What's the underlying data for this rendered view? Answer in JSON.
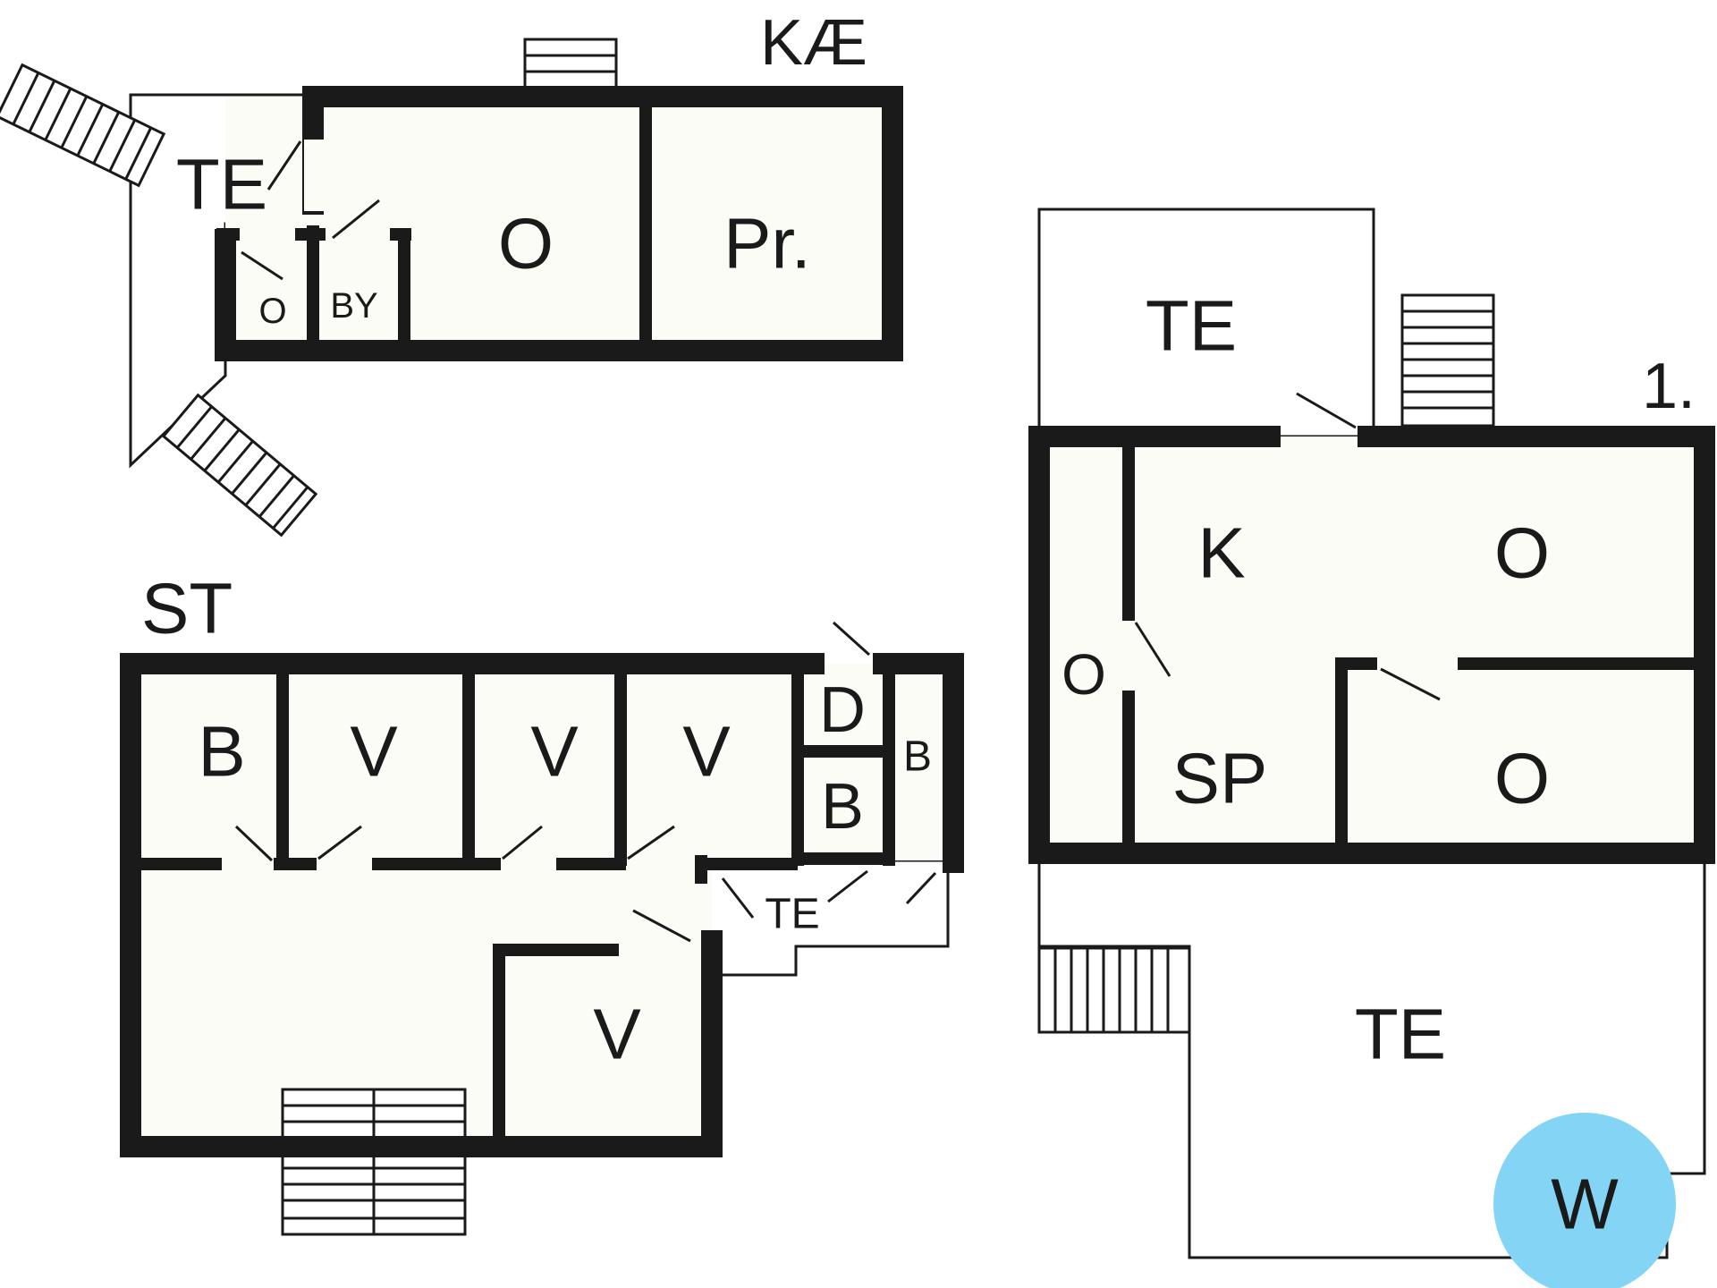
{
  "floors": {
    "basement": "KÆ",
    "ground": "ST",
    "first": "1."
  },
  "rooms": {
    "basement": {
      "terrace": "TE",
      "storage_small": "O",
      "shower": "BY",
      "room": "O",
      "room_pr": "Pr."
    },
    "ground": {
      "bath": "B",
      "bed_1": "V",
      "bed_2": "V",
      "bed_3": "V",
      "d": "D",
      "bath_small": "B",
      "bath_side": "B",
      "bed_4": "V",
      "terrace": "TE"
    },
    "first": {
      "terrace_top": "TE",
      "kitchen": "K",
      "room_east": "O",
      "room_west": "O",
      "dining": "SP",
      "room_south": "O",
      "terrace_bottom": "TE"
    }
  },
  "badge": {
    "label": "W",
    "color": "#84d4f6"
  }
}
